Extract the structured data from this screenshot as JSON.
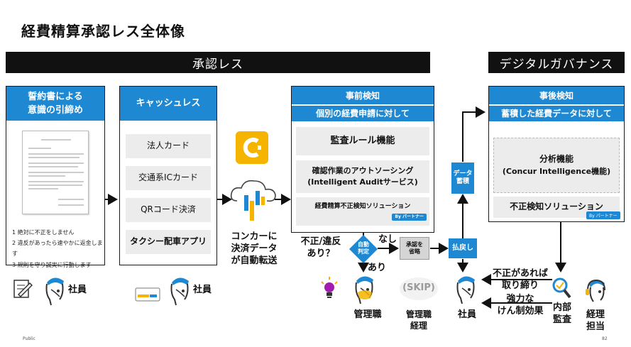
{
  "title": "経費精算承認レス全体像",
  "bars": {
    "approvalless": "承認レス",
    "governance": "デジタルガバナンス"
  },
  "pledge": {
    "heading_line1": "誓約書による",
    "heading_line2": "意識の引締め",
    "rules": [
      "1 絶対に不正をしません",
      "2 違反があったら速やかに返金します",
      "3 規則を守り誠実に行動します"
    ],
    "person_label": "社員"
  },
  "cashless": {
    "heading": "キャッシュレス",
    "items": [
      "法人カード",
      "交通系ICカード",
      "QRコード決済",
      "タクシー配車アプリ"
    ],
    "person_label": "社員"
  },
  "transfer": {
    "line1": "コンカーに",
    "line2": "決済データ",
    "line3": "が自動転送"
  },
  "pre_check": {
    "heading": "事前検知",
    "subheading": "個別の経費申請に対して",
    "item1": "監査ルール機能",
    "item2_line1": "確認作業のアウトソーシング",
    "item2_line2": "(Intelligent Auditサービス)",
    "item3": "経費精算不正検知ソリューション",
    "partner_badge": "By パートナー"
  },
  "flow": {
    "question_line1": "不正/違反",
    "question_line2": "あり？",
    "decision_line1": "自動",
    "decision_line2": "判定",
    "none": "なし",
    "exists": "あり",
    "skip_approval_line1": "承認を",
    "skip_approval_line2": "省略",
    "payout": "払戻し",
    "data_store_line1": "データ",
    "data_store_line2": "蓄積",
    "manager_label": "管理職",
    "skip_text": "(SKIP)",
    "manager_finance_line1": "管理職",
    "manager_finance_line2": "経理"
  },
  "post_check": {
    "heading": "事後検知",
    "subheading": "蓄積した経費データに対して",
    "item1_line1": "分析機能",
    "item1_line2": "(Concur Intelligence機能)",
    "item2": "不正検知ソリューション",
    "partner_badge": "By パートナー"
  },
  "enforcement": {
    "crackdown_line1": "不正があれば",
    "crackdown_line2": "取り締り",
    "deterrent_line1": "強力な",
    "deterrent_line2": "けん制効果",
    "employee_label": "社員",
    "audit_line1": "内部",
    "audit_line2": "監査",
    "finance_line1": "経理",
    "finance_line2": "担当"
  },
  "footer": {
    "classification": "Public",
    "page": "82"
  },
  "colors": {
    "accent_blue": "#1e88d2",
    "bar_black": "#111111",
    "panel_grey": "#ececec",
    "concur_yellow": "#f5b400"
  }
}
